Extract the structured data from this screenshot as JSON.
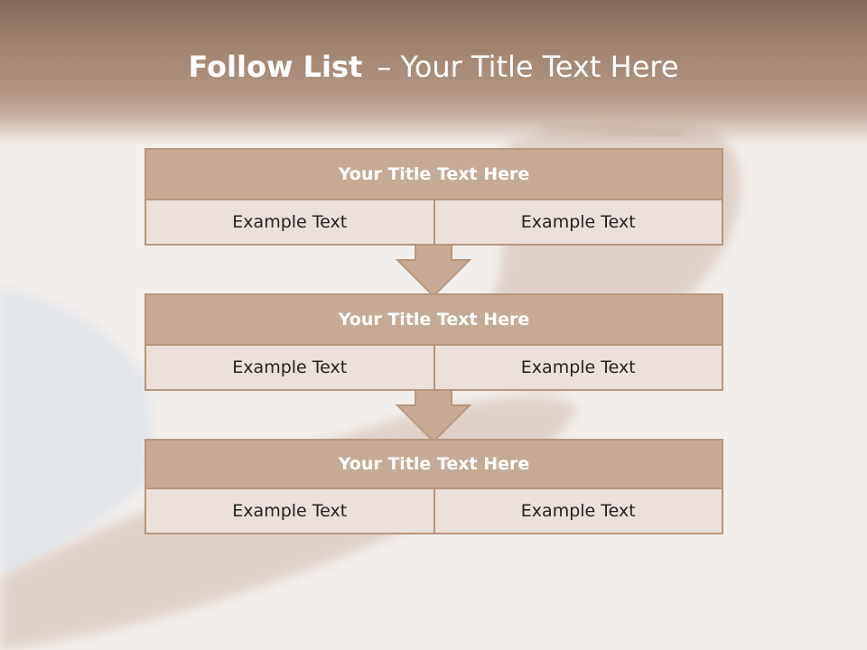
{
  "slide": {
    "title_strong": "Follow List",
    "title_rest": "– Your Title Text Here"
  },
  "blocks": [
    {
      "title": "Your Title Text Here",
      "left": "Example Text",
      "right": "Example Text"
    },
    {
      "title": "Your Title Text Here",
      "left": "Example Text",
      "right": "Example Text"
    },
    {
      "title": "Your Title Text Here",
      "left": "Example Text",
      "right": "Example Text"
    }
  ],
  "colors": {
    "header": "#9f8270",
    "block_title_fill": "#c6aa95",
    "block_border": "#b7977e",
    "cell_fill": "#ebe0da"
  },
  "icons": [
    "down-arrow-icon",
    "down-arrow-icon"
  ]
}
